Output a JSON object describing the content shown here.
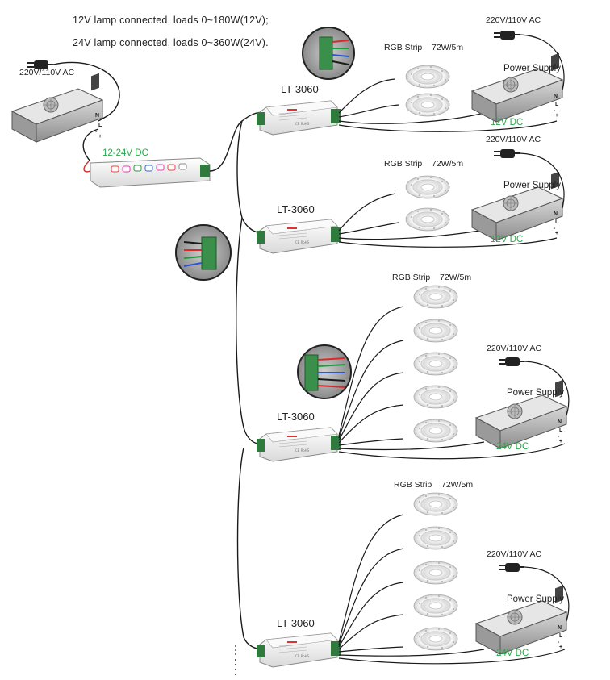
{
  "notes": {
    "line1": "12V lamp connected, loads 0~180W(12V);",
    "line2": "24V lamp connected, loads 0~360W(24V)."
  },
  "labels": {
    "ac_input": "220V/110V AC",
    "controller_input": "12-24V DC",
    "repeater_model": "LT-3060",
    "strip_label": "RGB Strip",
    "strip_power": "72W/5m",
    "power_supply": "Power Supply",
    "dc_12v": "12V DC",
    "dc_24v": "24V DC",
    "terminal_n": "N",
    "terminal_l": "L",
    "terminal_minus": "-",
    "terminal_plus": "+"
  },
  "colors": {
    "wire": "#1a1a1a",
    "green_label": "#2aa84a",
    "wire_red": "#d92a2a",
    "wire_green": "#1f9a3a",
    "wire_blue": "#2a55d9",
    "module_body": "#f2f2f2",
    "terminal_green": "#3a8f4a"
  }
}
